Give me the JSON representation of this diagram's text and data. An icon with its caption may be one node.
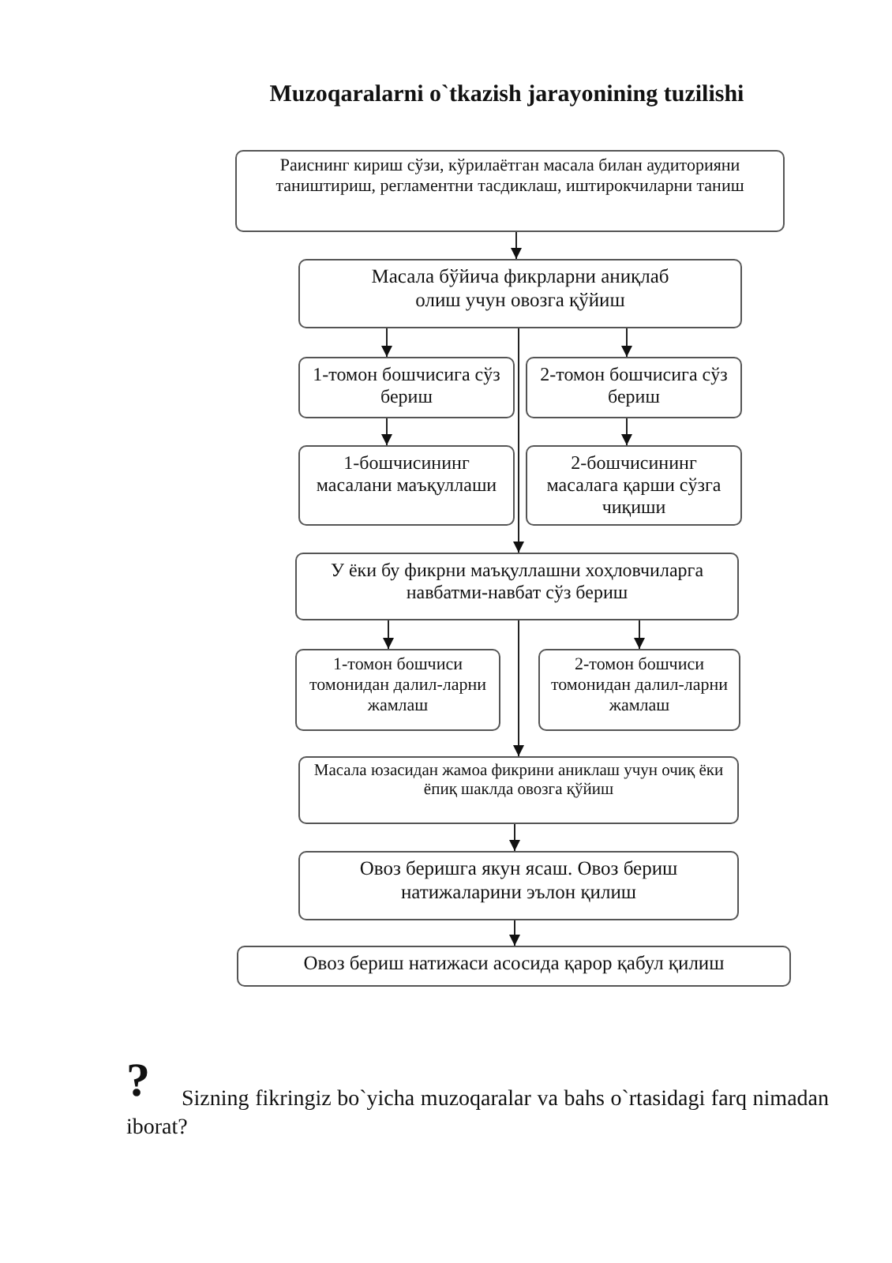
{
  "diagram": {
    "title": "Muzoqaralarni o`tkazish jarayonining tuzilishi",
    "nodes": [
      {
        "text": [
          "Раиснинг кириш сўзи, кўрилаётган масала билан аудиторияни таништириш, регламентни тасдиклаш, иштирокчиларни таниш"
        ]
      },
      {
        "text": [
          "Масала бўйича фикрларни аниқлаб олиш учун овозга қўйиш"
        ]
      },
      {
        "text": [
          "1-томон бошчисига сўз бериш"
        ]
      },
      {
        "text": [
          "2-томон бошчисига сўз бериш"
        ]
      },
      {
        "text": [
          "1-бошчисининг масалани маъқуллаши"
        ]
      },
      {
        "text": [
          "2-бошчисининг масалага қарши сўзга чиқиши"
        ]
      },
      {
        "text": [
          "У ёки бу фикрни маъқуллашни хоҳловчиларга навбатми-навбат сўз бериш"
        ]
      },
      {
        "text": [
          "1-томон бошчиси томонидан далил-ларни жамлаш"
        ]
      },
      {
        "text": [
          "2-томон бошчиси томонидан далил-ларни жамлаш"
        ]
      },
      {
        "text": [
          "Масала юзасидан жамоа фикрини аниклаш учун очиқ ёки ёпиқ шаклда овозга қўйиш"
        ]
      },
      {
        "text": [
          "Овоз беришга якун ясаш. Овоз бериш натижаларини эълон қилиш"
        ]
      },
      {
        "text": [
          "Овоз бериш натижаси асосида қарор қабул қилиш"
        ]
      }
    ],
    "edges": [
      {
        "from": 0,
        "to": 1,
        "arrow": "to"
      },
      {
        "from": 1,
        "to": 2,
        "arrow": "to"
      },
      {
        "from": 1,
        "to": 3,
        "arrow": "to"
      },
      {
        "from": 2,
        "to": 4,
        "arrow": "to"
      },
      {
        "from": 3,
        "to": 5,
        "arrow": "to"
      },
      {
        "from": 1,
        "to": 6,
        "arrow": "to"
      },
      {
        "from": 6,
        "to": 7,
        "arrow": "to"
      },
      {
        "from": 6,
        "to": 8,
        "arrow": "to"
      },
      {
        "from": 6,
        "to": 9,
        "arrow": "to"
      },
      {
        "from": 9,
        "to": 10,
        "arrow": "to"
      },
      {
        "from": 10,
        "to": 11,
        "arrow": "to"
      }
    ],
    "labels": [
      "?",
      "Sizning fikringiz bo`yicha muzoqaralar va bahs o`rtasidagi farq nimadan iborat?"
    ]
  }
}
